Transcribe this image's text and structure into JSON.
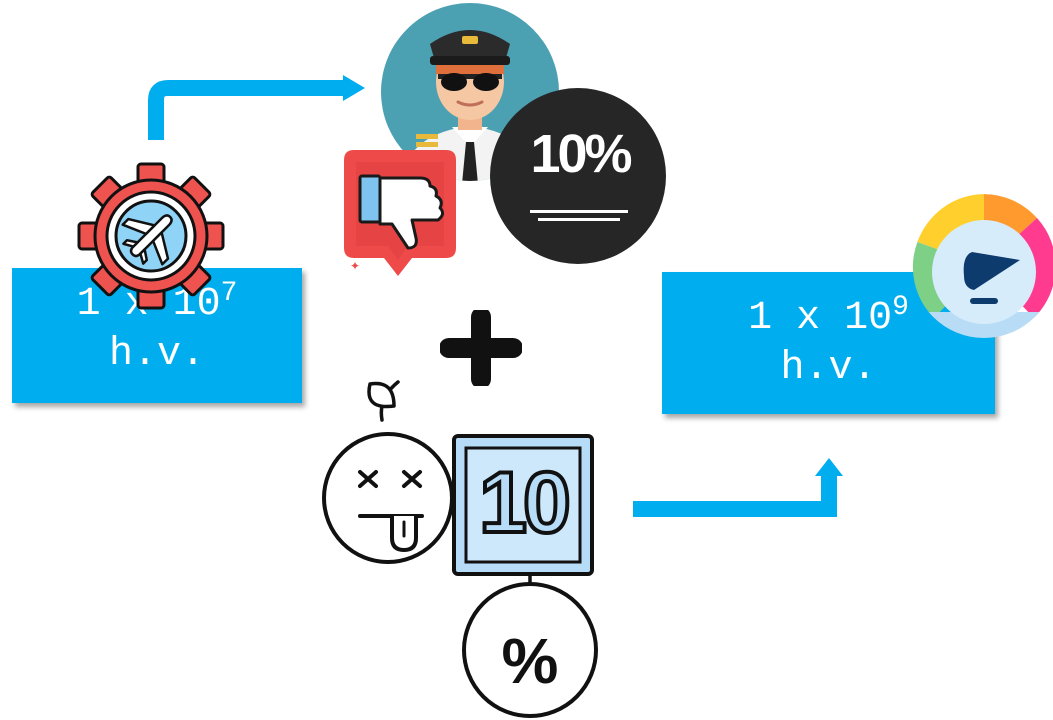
{
  "left_box": {
    "coefficient": "1 x 10",
    "exponent": "7",
    "unit": "h.v."
  },
  "right_box": {
    "coefficient": "1 x 10",
    "exponent": "9",
    "unit": "h.v."
  },
  "pilot_badge": {
    "label": "10%"
  },
  "tag_box": {
    "label": "10"
  },
  "price_tag": {
    "label": "%"
  },
  "icons": {
    "airplane_gear": "airplane-gear-icon",
    "pilot": "pilot-icon",
    "thumbs_down": "thumbs-down-icon",
    "plus": "plus-icon",
    "sick_fruit": "sick-fruit-icon",
    "percent_tag": "percent-tag-icon",
    "speedometer": "speedometer-icon"
  },
  "colors": {
    "accent_blue": "#00aeef",
    "badge_dark": "#262626",
    "thumb_red": "#ee4a4a",
    "gear_red": "#ef5350",
    "pilot_teal": "#4ba0b2",
    "tag_light_blue": "#b7dcf7"
  }
}
